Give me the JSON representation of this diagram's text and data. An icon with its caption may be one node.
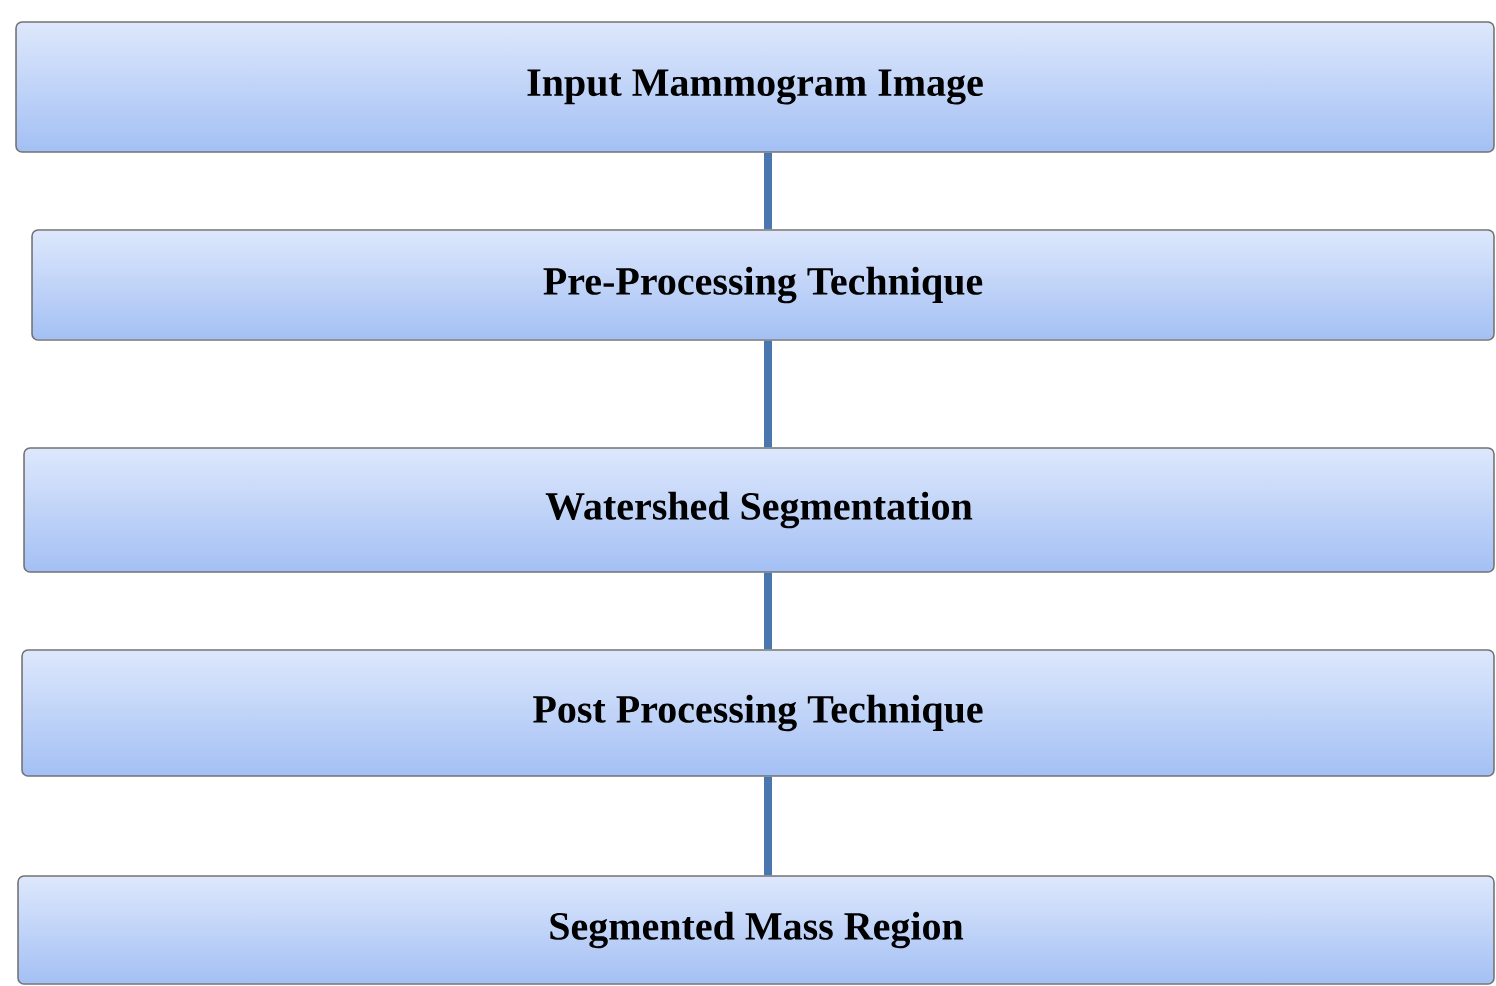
{
  "diagram": {
    "nodes": [
      {
        "text": [
          "Input  Mammogram Image"
        ]
      },
      {
        "text": [
          "Pre-Processing Technique"
        ]
      },
      {
        "text": [
          "Watershed Segmentation"
        ]
      },
      {
        "text": [
          "Post Processing Technique"
        ]
      },
      {
        "text": [
          "Segmented Mass Region"
        ]
      }
    ],
    "edges": [
      {
        "from": 0,
        "to": 1,
        "arrow": "none"
      },
      {
        "from": 1,
        "to": 2,
        "arrow": "none"
      },
      {
        "from": 2,
        "to": 3,
        "arrow": "none"
      },
      {
        "from": 3,
        "to": 4,
        "arrow": "none"
      }
    ]
  }
}
